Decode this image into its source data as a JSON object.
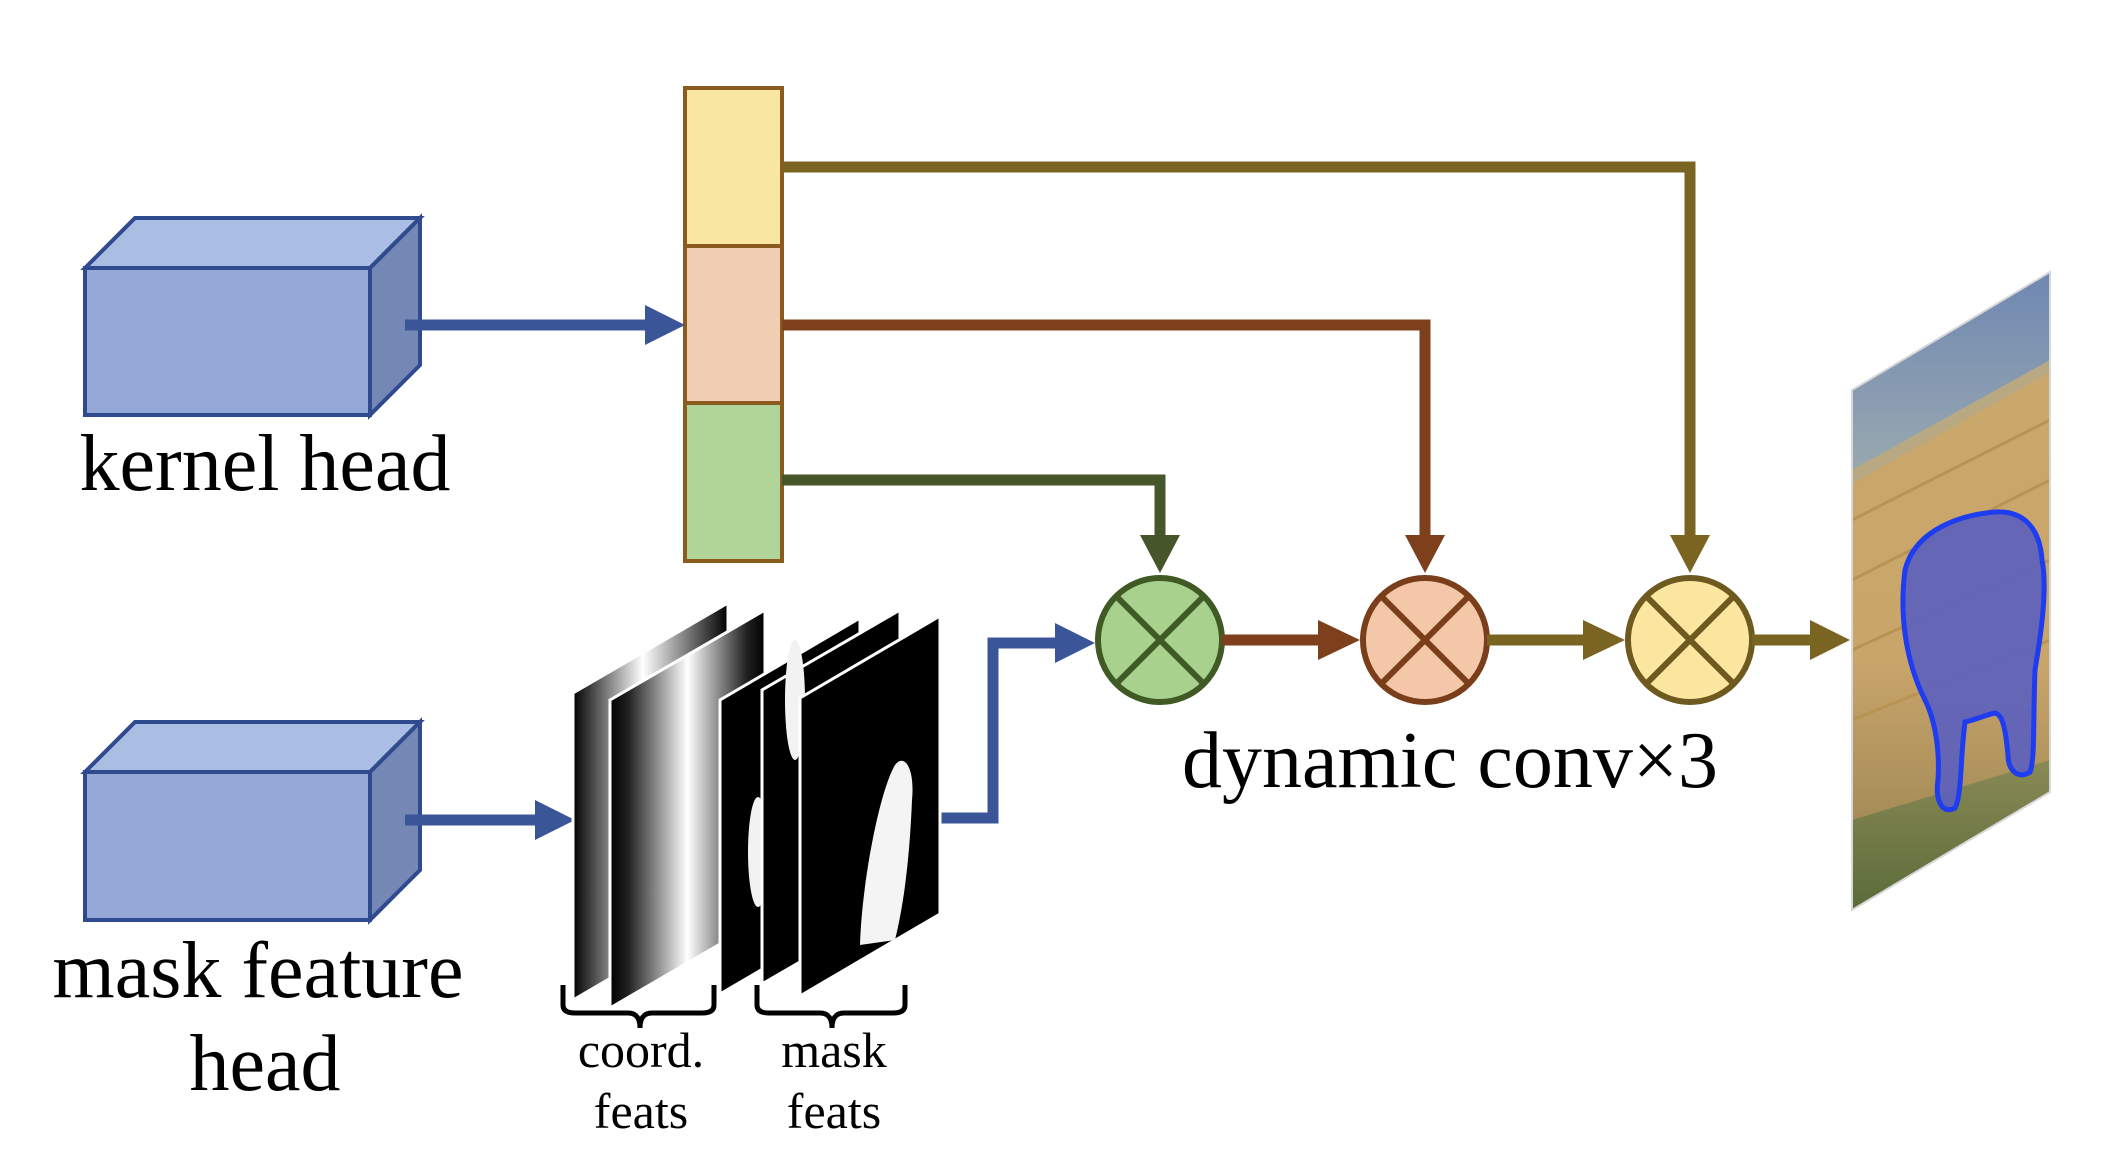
{
  "labels": {
    "kernel_head": "kernel head",
    "mask_feature_head_line1": "mask feature",
    "mask_feature_head_line2": "head",
    "dynamic_conv": "dynamic conv×3",
    "coord_feats_line1": "coord.",
    "coord_feats_line2": "feats",
    "mask_feats_line1": "mask",
    "mask_feats_line2": "feats"
  },
  "colors": {
    "head_box_front": "#94a9d8",
    "head_box_top": "#aabde3",
    "head_box_side": "#7587b5",
    "head_box_stroke": "#2f4a8f",
    "blue_arrow": "#3b5698",
    "kernel_yellow": "#fae6a3",
    "kernel_peach": "#f2cfb3",
    "kernel_green": "#b1d498",
    "kernel_stroke": "#8b5a1e",
    "path_olive": "#7a6422",
    "path_brown": "#7e3f1c",
    "path_green": "#45562a",
    "conv1_fill": "#a9d18e",
    "conv1_stroke": "#3f5a25",
    "conv2_fill": "#f4c7a9",
    "conv2_stroke": "#7a3e1a",
    "conv3_fill": "#fce7a1",
    "conv3_stroke": "#6e5a1f"
  },
  "icons": {
    "conv_operator": "circled-times-icon",
    "output": "segmentation-output-image"
  }
}
